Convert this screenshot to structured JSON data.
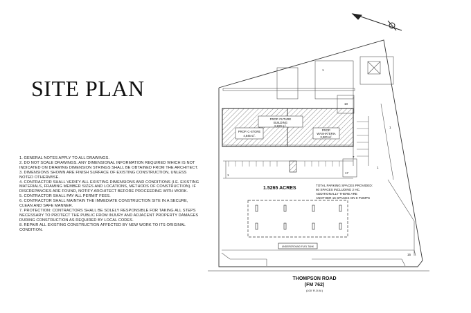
{
  "title": "SITE PLAN",
  "notes": [
    "1.   GENERAL NOTES APPLY TO ALL DRAWINGS.",
    "2.   DO NOT SCALE DRAWINGS. ANY DIMENSIONAL INFORMATION REQUIRED WHICH IS NOT INDICATED ON DRAWING DIMENSION STRINGS SHALL BE OBTAINED FROM THE ARCHITECT.",
    "3.   DIMENSIONS SHOWN ARE FINISH SURFACE OF EXISTING CONSTRUCTION, UNLESS NOTED OTHERWISE.",
    "4.   CONTRACTOR SHALL VERIFY ALL EXISTING DIMENSIONS AND CONDITIONS (I.E. EXISTING MATERIALS, FRAMING MEMBER SIZES AND LOCATIONS, METHODS OF CONSTRUCTION). IF DISCREPANCIES ARE FOUND, NOTIFY ARCHITECT BEFORE PROCEEDING WITH WORK.",
    "5.   CONTRACTOR SHALL PAY ALL PERMIT FEES.",
    "6.   CONTRACTOR SHALL MAINTAIN THE IMMEDIATE CONSTRUCTION SITE IN A SECURE, CLEAN AND SAFE MANNER.",
    "7.   PROTECTION: CONTRACTORS SHALL BE SOLELY RESPONSIBLE FOR TAKING ALL STEPS NECESSARY TO PROTECT THE PUBLIC FROM INJURY AND ADJACENT PROPERTY DAMAGES DURING CONSTRUCTION AS REQUIRED BY LOCAL CODES.",
    "8.   REPAIR ALL EXISTING CONSTRUCTION AFFECTED BY NEW WORK TO ITS ORIGINAL CONDITION."
  ],
  "plan": {
    "building": {
      "future": [
        "PROP. FUTURE",
        "BUILDING",
        "8,820 s.f."
      ],
      "cstore": [
        "PROP. C-STORE",
        "4,845 s.f."
      ],
      "washateria": [
        "PROP.",
        "WASHATERIA",
        "3,000 s.f."
      ]
    },
    "acreage": "1.5265 ACRES",
    "parking_note": [
      "TOTAL PARKING SPACES PROVIDED:",
      "60 SPACES INCLUDING 2 HC.",
      "ADDITIONALLY THERE ARE",
      "ANOTHER 16 SPACES ON 8 PUMPS"
    ],
    "tank_label": "UNDERGROUND FUEL TANK",
    "road": [
      "THOMPSON ROAD",
      "(FM 762)",
      "(100' R.O.W.)"
    ],
    "space_counts": [
      "1",
      "10",
      "1",
      "1",
      "17",
      "7",
      "1",
      "15"
    ]
  }
}
